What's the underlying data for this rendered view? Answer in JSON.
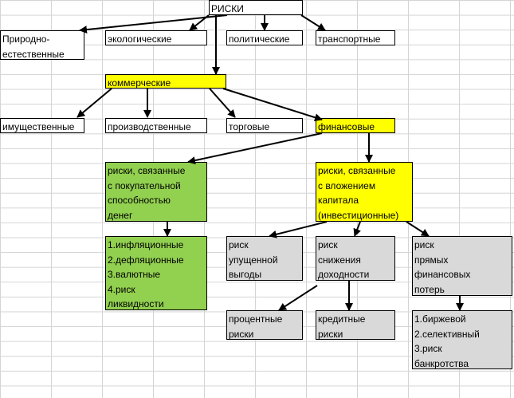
{
  "colors": {
    "yellow": "#ffff00",
    "green": "#92d050",
    "gray": "#d9d9d9",
    "grid": "#d4d4d4"
  },
  "nodes": {
    "root": "РИСКИ",
    "natural": "Природно-\nестественные",
    "ecological": "экологические",
    "political": "политические",
    "transport": "транспортные",
    "commercial": "коммерческие",
    "property": "имущественные",
    "production": "производственные",
    "trade": "торговые",
    "financial": "финансовые",
    "purchasing_power": "риски, связанные\nс покупательной\nспособностью\nденег",
    "investment": "риски, связанные\nс вложением\nкапитала\n(инвестиционные)",
    "purchasing_list": "1.инфляционные\n2.дефляционные\n3.валютные\n4.риск\nликвидности",
    "lost_profit": "риск\nупущенной\nвыгоды",
    "yield_decline": "риск\nснижения\nдоходности",
    "direct_losses": "риск\nпрямых\nфинансовых\nпотерь",
    "interest": "процентные\nриски",
    "credit": "кредитные\nриски",
    "direct_list": "1.биржевой\n2.селективный\n3.риск\nбанкротства"
  }
}
